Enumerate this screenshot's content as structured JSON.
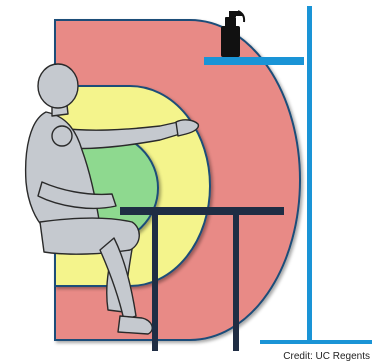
{
  "credit": "Credit: UC Regents",
  "zones": [
    {
      "name": "outer",
      "color": "#e88a86"
    },
    {
      "name": "middle",
      "color": "#f4f48c"
    },
    {
      "name": "inner",
      "color": "#8ed98f"
    }
  ],
  "colors": {
    "outline": "#1f4e79",
    "shelf": "#1a94d6",
    "table": "#1f2d44",
    "figure": "#c5c9cf",
    "figure_stroke": "#2a2a2a",
    "bottle": "#111111"
  },
  "icons": [
    "spray-bottle-icon"
  ]
}
